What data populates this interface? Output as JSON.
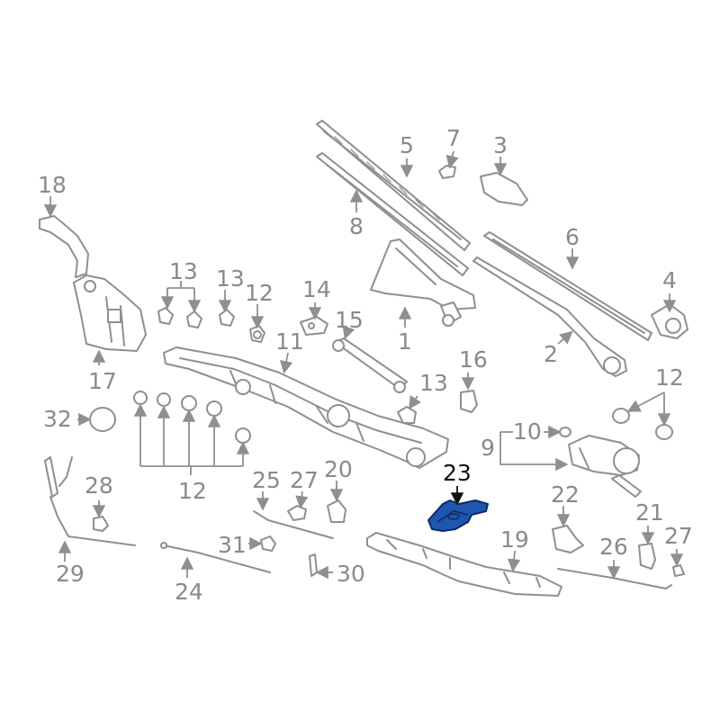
{
  "diagram": {
    "highlight_color": "#1e56b0",
    "highlighted_part": "23",
    "labels": {
      "l1": "1",
      "l2": "2",
      "l3": "3",
      "l4": "4",
      "l5": "5",
      "l6": "6",
      "l7": "7",
      "l8": "8",
      "l9": "9",
      "l10": "10",
      "l11": "11",
      "l12a": "12",
      "l12b": "12",
      "l12c": "12",
      "l13a": "13",
      "l13b": "13",
      "l13c": "13",
      "l14": "14",
      "l15": "15",
      "l16": "16",
      "l17": "17",
      "l18": "18",
      "l19": "19",
      "l20": "20",
      "l21": "21",
      "l22": "22",
      "l23": "23",
      "l24": "24",
      "l25": "25",
      "l26": "26",
      "l27a": "27",
      "l27b": "27",
      "l28": "28",
      "l29": "29",
      "l30": "30",
      "l31": "31",
      "l32": "32"
    }
  }
}
